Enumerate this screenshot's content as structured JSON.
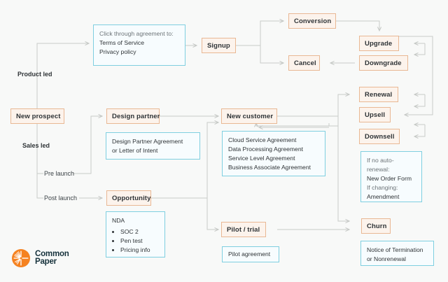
{
  "meta": {
    "background_color": "#f8f9f8",
    "node_fill": "#fcf3ec",
    "node_border": "#e9b894",
    "doc_fill": "#f7fcfe",
    "doc_border": "#7fcfe0",
    "connector_color": "#c9ccc9",
    "logo_color": "#f68ب"
  },
  "branch_labels": {
    "product_led": "Product led",
    "sales_led": "Sales led",
    "pre_launch": "Pre launch",
    "post_launch": "Post launch"
  },
  "nodes": {
    "new_prospect": "New prospect",
    "signup": "Signup",
    "conversion": "Conversion",
    "cancel": "Cancel",
    "upgrade": "Upgrade",
    "downgrade": "Downgrade",
    "renewal": "Renewal",
    "upsell": "Upsell",
    "downsell": "Downsell",
    "design_partner": "Design partner",
    "opportunity": "Opportunity",
    "new_customer": "New customer",
    "pilot_trial": "Pilot / trial",
    "churn": "Churn"
  },
  "docs": {
    "click_through": {
      "heading": "Click through agreement to:",
      "lines": [
        "Terms of Service",
        "Privacy policy"
      ]
    },
    "design_partner_docs": {
      "lines": [
        "Design Partner Agreement",
        "or Letter of Intent"
      ]
    },
    "nda": {
      "heading": "NDA",
      "bullets": [
        "SOC 2",
        "Pen test",
        "Pricing info"
      ]
    },
    "customer_agreements": {
      "lines": [
        "Cloud Service Agreement",
        "Data Processing Agreement",
        "Service Level Agreement",
        "Business Associate Agreement"
      ]
    },
    "pilot_agreement": {
      "lines": [
        "Pilot agreement"
      ]
    },
    "renewal_docs": {
      "cond1": "If no auto-renewal:",
      "doc1": "New Order Form",
      "cond2": "If changing:",
      "doc2": "Amendment"
    },
    "churn_docs": {
      "lines": [
        "Notice of Termination",
        "or Nonrenewal"
      ]
    }
  },
  "logo": {
    "line1": "Common",
    "line2": "Paper",
    "icon": "common-paper-starburst-icon"
  }
}
